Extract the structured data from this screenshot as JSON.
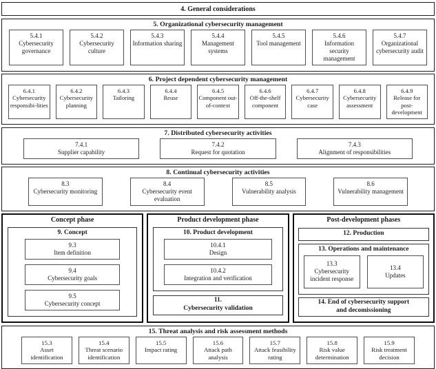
{
  "figure": {
    "general": "4. General considerations"
  },
  "sections": {
    "org": {
      "title": "5. Organizational cybersecurity management",
      "items": [
        {
          "num": "5.4.1",
          "label": "Cybersecurity governance"
        },
        {
          "num": "5.4.2",
          "label": "Cybersecurity culture"
        },
        {
          "num": "5.4.3",
          "label": "Information sharing"
        },
        {
          "num": "5.4.4",
          "label": "Management systems"
        },
        {
          "num": "5.4.5",
          "label": "Tool management"
        },
        {
          "num": "5.4.6",
          "label": "Information security management"
        },
        {
          "num": "5.4.7",
          "label": "Organizational cybersecurity audit"
        }
      ]
    },
    "project": {
      "title": "6. Project dependent cybersecurity management",
      "items": [
        {
          "num": "6.4.1",
          "label": "Cybersecurity responsibi-lities"
        },
        {
          "num": "6.4.2",
          "label": "Cybersecurity planning"
        },
        {
          "num": "6.4.3",
          "label": "Tailoring"
        },
        {
          "num": "6.4.4",
          "label": "Reuse"
        },
        {
          "num": "6.4.5",
          "label": "Component out-of-context"
        },
        {
          "num": "6.4.6",
          "label": "Off-the-shelf component"
        },
        {
          "num": "6.4.7",
          "label": "Cybersecurity case"
        },
        {
          "num": "6.4.8",
          "label": "Cybersecurity assessment"
        },
        {
          "num": "6.4.9",
          "label": "Release for post-development"
        }
      ]
    },
    "distributed": {
      "title": "7. Distributed cybersecurity activities",
      "items": [
        {
          "num": "7.4.1",
          "label": "Supplier capability"
        },
        {
          "num": "7.4.2",
          "label": "Request for quotation"
        },
        {
          "num": "7.4.3",
          "label": "Alignment of responsibilities"
        }
      ]
    },
    "continual": {
      "title": "8. Continual cybersecurity activities",
      "items": [
        {
          "num": "8.3",
          "label": "Cybersecurity monitoring"
        },
        {
          "num": "8.4",
          "label": "Cybersecurity event evaluation"
        },
        {
          "num": "8.5",
          "label": "Vulnerability analysis"
        },
        {
          "num": "8.6",
          "label": "Vulnerability management"
        }
      ]
    },
    "tara": {
      "title": "15. Threat analysis and risk assessment methods",
      "items": [
        {
          "num": "15.3",
          "label": "Asset identification"
        },
        {
          "num": "15.4",
          "label": "Threat scenario identification"
        },
        {
          "num": "15.5",
          "label": "Impact rating"
        },
        {
          "num": "15.6",
          "label": "Attack path analysis"
        },
        {
          "num": "15.7",
          "label": "Attack feasibility rating"
        },
        {
          "num": "15.8",
          "label": "Risk value determination"
        },
        {
          "num": "15.9",
          "label": "Risk treatment decision"
        }
      ]
    }
  },
  "phases": {
    "concept": {
      "title": "Concept phase",
      "concept_group": {
        "title": "9. Concept",
        "items": [
          {
            "num": "9.3",
            "label": "Item definition"
          },
          {
            "num": "9.4",
            "label": "Cybersecurity goals"
          },
          {
            "num": "9.5",
            "label": "Cybersecurity concept"
          }
        ]
      }
    },
    "product": {
      "title": "Product development phase",
      "development_group": {
        "title": "10. Product development",
        "items": [
          {
            "num": "10.4.1",
            "label": "Design"
          },
          {
            "num": "10.4.2",
            "label": "Integration and verification"
          }
        ]
      },
      "validation": {
        "num": "11.",
        "label": "Cybersecurity validation"
      }
    },
    "post": {
      "title": "Post-development phases",
      "production": "12. Production",
      "operations_group": {
        "title": "13. Operations and maintenance",
        "items": [
          {
            "num": "13.3",
            "label": "Cybersecurity incident response"
          },
          {
            "num": "13.4",
            "label": "Updates"
          }
        ]
      },
      "end_of_support": "14. End of cybersecurity support and decomissioning"
    }
  },
  "colors": {
    "background": "#ffffff",
    "text": "#1a1a1a",
    "section_border": "#1a1a1a",
    "leaf_border": "#4d4d4d",
    "phase_border": "#0d0d0d"
  }
}
